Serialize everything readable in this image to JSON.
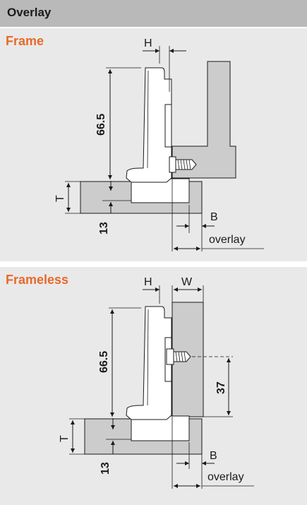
{
  "header": {
    "title": "Overlay"
  },
  "frame": {
    "title": "Frame",
    "dim_h": "H",
    "dim_height": "66.5",
    "dim_t": "T",
    "dim_13": "13",
    "dim_b": "B",
    "dim_overlay": "overlay"
  },
  "frameless": {
    "title": "Frameless",
    "dim_h": "H",
    "dim_w": "W",
    "dim_height": "66.5",
    "dim_37": "37",
    "dim_t": "T",
    "dim_13": "13",
    "dim_b": "B",
    "dim_overlay": "overlay"
  },
  "colors": {
    "header_bg": "#b9b9b9",
    "panel_bg": "#e9e9e9",
    "title_accent": "#e8692a",
    "cabinet_fill": "#cccccc",
    "hinge_fill": "#ffffff",
    "line": "#1a1a1a"
  }
}
